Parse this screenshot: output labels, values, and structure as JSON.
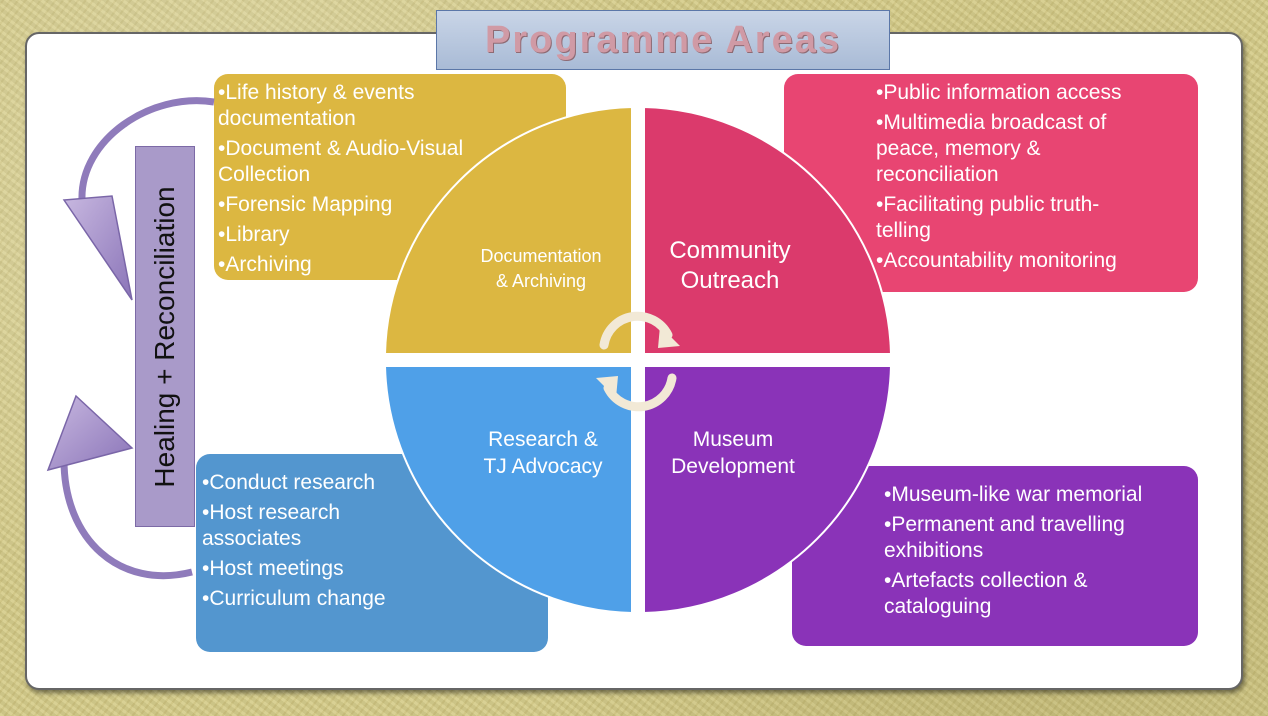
{
  "title": "Programme Areas",
  "side_label": "Healing + Reconciliation",
  "quadrants": {
    "top_left": "Documentation\n& Archiving",
    "top_right": "Community\nOutreach",
    "bottom_left": "Research &\nTJ Advocacy",
    "bottom_right": "Museum\nDevelopment"
  },
  "boxes": {
    "documentation": [
      "Life history & events documentation",
      "Document & Audio-Visual Collection",
      "Forensic Mapping",
      "Library",
      "Archiving"
    ],
    "outreach": [
      "Public information access",
      "Multimedia broadcast of peace, memory & reconciliation",
      "Facilitating public truth-telling",
      "Accountability monitoring"
    ],
    "research": [
      "Conduct research",
      "Host research associates",
      "Host meetings",
      "Curriculum change"
    ],
    "museum": [
      "Museum-like war memorial",
      "Permanent and travelling exhibitions",
      "Artefacts  collection & cataloguing"
    ]
  },
  "colors": {
    "documentation": "#dcb741",
    "outreach": "#e84572",
    "research": "#4fa0e8",
    "museum": "#8a33b8",
    "side_label": "#a99ac9"
  }
}
